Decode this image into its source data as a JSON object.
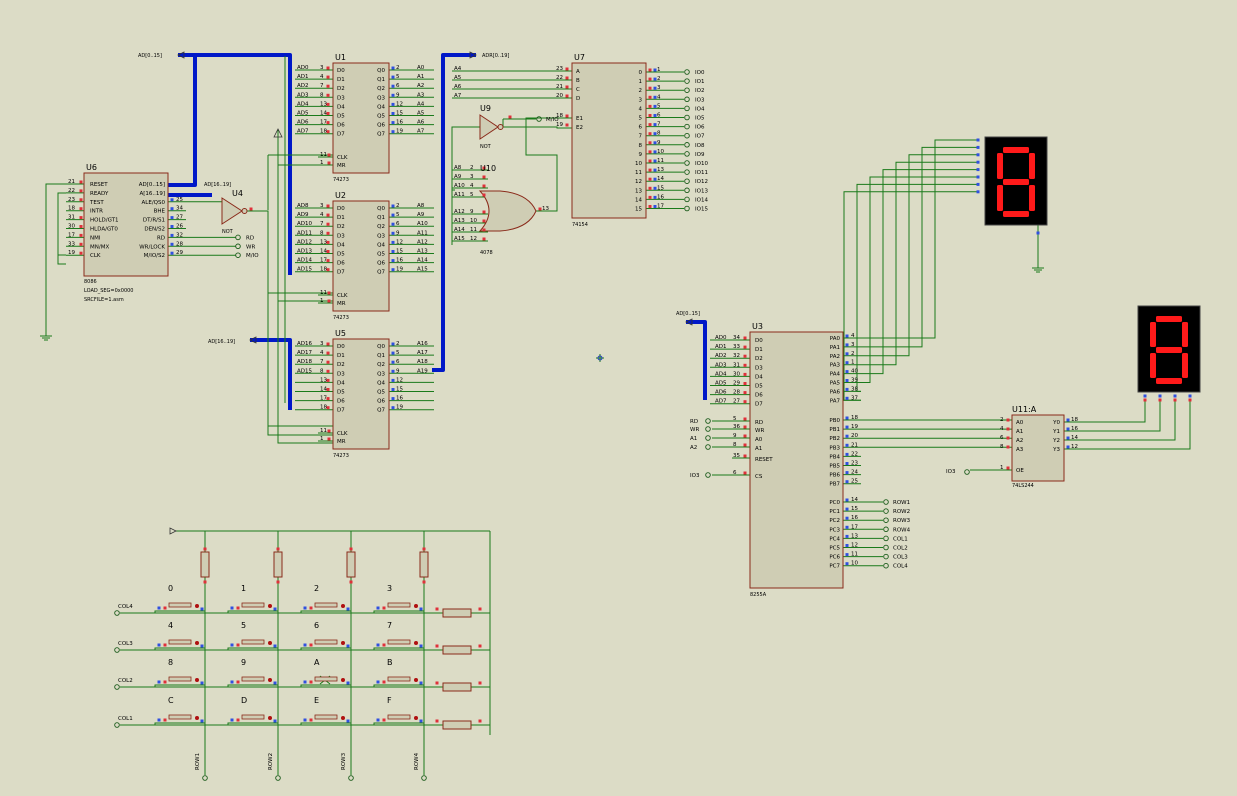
{
  "bus_labels": {
    "ad_in": "AD[0..15]",
    "adr_out": "ADR[0..19]",
    "u4_in": "AD[16..19]",
    "u5_in": "AD[16..19]",
    "u3_in": "AD[0..15]"
  },
  "u6": {
    "ref": "U6",
    "part": "8086",
    "note1": "LOAD_SEG=0x0000",
    "note2": "SRCFILE=1.asm",
    "left_pins": [
      {
        "num": "21",
        "name": "RESET"
      },
      {
        "num": "22",
        "name": "READY"
      },
      {
        "num": "23",
        "name": "TEST"
      },
      {
        "num": "18",
        "name": "INTR"
      },
      {
        "num": "31",
        "name": "HOLD/GT1"
      },
      {
        "num": "30",
        "name": "HLDA/GT0"
      },
      {
        "num": "17",
        "name": "NMI"
      },
      {
        "num": "33",
        "name": "MN/MX"
      },
      {
        "num": "19",
        "name": "CLK"
      }
    ],
    "right_pins": [
      {
        "num": "",
        "name": "AD[0..15]"
      },
      {
        "num": "",
        "name": "A[16..19]"
      },
      {
        "num": "25",
        "name": "ALE/QS0"
      },
      {
        "num": "34",
        "name": "BHE"
      },
      {
        "num": "27",
        "name": "DT/R/S1"
      },
      {
        "num": "26",
        "name": "DEN/S2"
      },
      {
        "num": "32",
        "name": "RD"
      },
      {
        "num": "28",
        "name": "WR/LOCK"
      },
      {
        "num": "29",
        "name": "M/IO/S2"
      }
    ],
    "out_labels": [
      "RD",
      "WR",
      "M/IO"
    ]
  },
  "u4": {
    "ref": "U4",
    "part": "NOT"
  },
  "u1": {
    "ref": "U1",
    "part": "74273",
    "in_nets": [
      "AD0",
      "AD1",
      "AD2",
      "AD3",
      "AD4",
      "AD5",
      "AD6",
      "AD7"
    ],
    "in_pins": [
      "3",
      "4",
      "7",
      "8",
      "13",
      "14",
      "17",
      "18"
    ],
    "d_labels": [
      "D0",
      "D1",
      "D2",
      "D3",
      "D4",
      "D5",
      "D6",
      "D7"
    ],
    "q_labels": [
      "Q0",
      "Q1",
      "Q2",
      "Q3",
      "Q4",
      "Q5",
      "Q6",
      "Q7"
    ],
    "out_pins": [
      "2",
      "5",
      "6",
      "9",
      "12",
      "15",
      "16",
      "19"
    ],
    "out_nets": [
      "A0",
      "A1",
      "A2",
      "A3",
      "A4",
      "A5",
      "A6",
      "A7"
    ],
    "clk": "CLK",
    "mr": "MR",
    "clk_pin": "11",
    "mr_pin": "1"
  },
  "u2": {
    "ref": "U2",
    "part": "74273",
    "in_nets": [
      "AD8",
      "AD9",
      "AD10",
      "AD11",
      "AD12",
      "AD13",
      "AD14",
      "AD15"
    ],
    "in_pins": [
      "3",
      "4",
      "7",
      "8",
      "13",
      "14",
      "17",
      "18"
    ],
    "d_labels": [
      "D0",
      "D1",
      "D2",
      "D3",
      "D4",
      "D5",
      "D6",
      "D7"
    ],
    "q_labels": [
      "Q0",
      "Q1",
      "Q2",
      "Q3",
      "Q4",
      "Q5",
      "Q6",
      "Q7"
    ],
    "out_pins": [
      "2",
      "5",
      "6",
      "9",
      "12",
      "15",
      "16",
      "19"
    ],
    "out_nets": [
      "A8",
      "A9",
      "A10",
      "A11",
      "A12",
      "A13",
      "A14",
      "A15"
    ],
    "clk": "CLK",
    "mr": "MR",
    "clk_pin": "11",
    "mr_pin": "1"
  },
  "u5": {
    "ref": "U5",
    "part": "74273",
    "in_nets": [
      "AD16",
      "AD17",
      "AD18",
      "AD15",
      "",
      "",
      "",
      ""
    ],
    "in_pins": [
      "3",
      "4",
      "7",
      "8",
      "13",
      "14",
      "17",
      "18"
    ],
    "d_labels": [
      "D0",
      "D1",
      "D2",
      "D3",
      "D4",
      "D5",
      "D6",
      "D7"
    ],
    "q_labels": [
      "Q0",
      "Q1",
      "Q2",
      "Q3",
      "Q4",
      "Q5",
      "Q6",
      "Q7"
    ],
    "out_pins": [
      "2",
      "5",
      "6",
      "9",
      "12",
      "15",
      "16",
      "19"
    ],
    "out_nets": [
      "A16",
      "A17",
      "A18",
      "A19",
      "",
      "",
      "",
      ""
    ],
    "clk": "CLK",
    "mr": "MR",
    "clk_pin": "11",
    "mr_pin": "1"
  },
  "u9": {
    "ref": "U9",
    "part": "NOT",
    "net": "M/IO"
  },
  "u10": {
    "ref": "U10",
    "part": "4078",
    "in_nets": [
      "A8",
      "A9",
      "A10",
      "A11",
      "A12",
      "A13",
      "A14",
      "A15"
    ],
    "in_pins": [
      "2",
      "3",
      "4",
      "5",
      "9",
      "10",
      "11",
      "12"
    ],
    "out_pin": "13"
  },
  "u7": {
    "ref": "U7",
    "part": "74154",
    "in_nets": [
      "A4",
      "A5",
      "A6",
      "A7"
    ],
    "in_pins": [
      "23",
      "22",
      "21",
      "20"
    ],
    "in_labels": [
      "A",
      "B",
      "C",
      "D"
    ],
    "en_pins": [
      "18",
      "19"
    ],
    "en_labels": [
      "E1",
      "E2"
    ],
    "out_labels": [
      "0",
      "1",
      "2",
      "3",
      "4",
      "5",
      "6",
      "7",
      "8",
      "9",
      "10",
      "11",
      "12",
      "13",
      "14",
      "15"
    ],
    "out_pins": [
      "1",
      "2",
      "3",
      "4",
      "5",
      "6",
      "7",
      "8",
      "9",
      "10",
      "11",
      "13",
      "14",
      "15",
      "16",
      "17"
    ],
    "out_nets": [
      "IO0",
      "IO1",
      "IO2",
      "IO3",
      "IO4",
      "IO5",
      "IO6",
      "IO7",
      "IO8",
      "IO9",
      "IO10",
      "IO11",
      "IO12",
      "IO13",
      "IO14",
      "IO15"
    ]
  },
  "u3": {
    "ref": "U3",
    "part": "8255A",
    "d_nets": [
      "AD0",
      "AD1",
      "AD2",
      "AD3",
      "AD4",
      "AD5",
      "AD6",
      "AD7"
    ],
    "d_pins": [
      "34",
      "33",
      "32",
      "31",
      "30",
      "29",
      "28",
      "27"
    ],
    "d_labels": [
      "D0",
      "D1",
      "D2",
      "D3",
      "D4",
      "D5",
      "D6",
      "D7"
    ],
    "ctrl_nets": [
      "RD",
      "WR",
      "A1",
      "A2",
      "",
      "IO3"
    ],
    "ctrl_pins": [
      "5",
      "36",
      "9",
      "8",
      "35",
      "6"
    ],
    "ctrl_labels": [
      "RD",
      "WR",
      "A0",
      "A1",
      "RESET",
      "CS"
    ],
    "pa_labels": [
      "PA0",
      "PA1",
      "PA2",
      "PA3",
      "PA4",
      "PA5",
      "PA6",
      "PA7"
    ],
    "pa_pins": [
      "4",
      "3",
      "2",
      "1",
      "40",
      "39",
      "38",
      "37"
    ],
    "pb_labels": [
      "PB0",
      "PB1",
      "PB2",
      "PB3",
      "PB4",
      "PB5",
      "PB6",
      "PB7"
    ],
    "pb_pins": [
      "18",
      "19",
      "20",
      "21",
      "22",
      "23",
      "24",
      "25"
    ],
    "pc_labels": [
      "PC0",
      "PC1",
      "PC2",
      "PC3",
      "PC4",
      "PC5",
      "PC6",
      "PC7"
    ],
    "pc_pins": [
      "14",
      "15",
      "16",
      "17",
      "13",
      "12",
      "11",
      "10"
    ],
    "pc_nets": [
      "ROW1",
      "ROW2",
      "ROW3",
      "ROW4",
      "COL1",
      "COL2",
      "COL3",
      "COL4"
    ]
  },
  "u11": {
    "ref": "U11:A",
    "part": "74LS244",
    "in_labels": [
      "A0",
      "A1",
      "A2",
      "A3"
    ],
    "in_pins": [
      "2",
      "4",
      "6",
      "8"
    ],
    "out_labels": [
      "Y0",
      "Y1",
      "Y2",
      "Y3"
    ],
    "out_pins": [
      "18",
      "16",
      "14",
      "12"
    ],
    "oe_label": "OE",
    "oe_pin": "1",
    "oe_net": "IO3"
  },
  "keypad": {
    "keys": [
      [
        "0",
        "1",
        "2",
        "3"
      ],
      [
        "4",
        "5",
        "6",
        "7"
      ],
      [
        "8",
        "9",
        "A",
        "B"
      ],
      [
        "C",
        "D",
        "E",
        "F"
      ]
    ],
    "col_labels": [
      "COL4",
      "COL3",
      "COL2",
      "COL1"
    ],
    "row_labels": [
      "ROW1",
      "ROW2",
      "ROW3",
      "ROW4"
    ]
  },
  "colors": {
    "background": "#dcdcc6",
    "wire": "#1a7a1a",
    "bus": "#0018c8",
    "chip_border": "#8a2a1a",
    "pin_red": "#e0303a",
    "pin_blue": "#3050e0",
    "seg_on": "#ff1a1a"
  }
}
